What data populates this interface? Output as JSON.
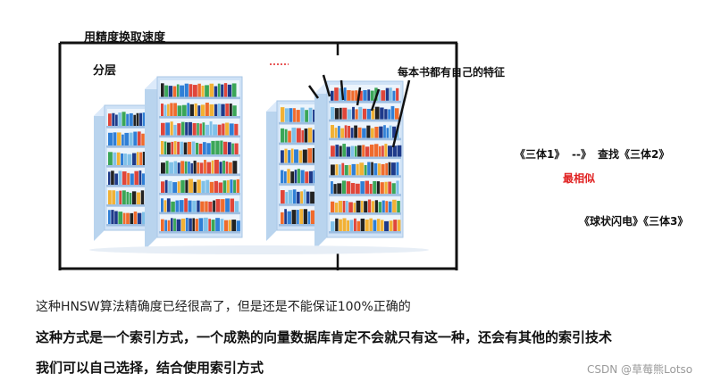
{
  "diagram": {
    "title": "用精度换取速度",
    "layer_label": "分层",
    "feature_note": "每本书都有自己的特征",
    "query_from": "《三体1》",
    "arrow": "--》",
    "query_to": "查找《三体2》",
    "most_similar": "最相似",
    "others": "《球状闪电》《三体3》",
    "accent_color": "#e02020"
  },
  "text": {
    "line1": "这种HNSW算法精确度已经很高了，但是还是不能保证100%正确的",
    "line2": "这种方式是一个索引方式，一个成熟的向量数据库肯定不会就只有这一种，还会有其他的索引技术",
    "line3": "我们可以自己选择，结合使用索引方式"
  },
  "watermark": "CSDN @草莓熊Lotso"
}
